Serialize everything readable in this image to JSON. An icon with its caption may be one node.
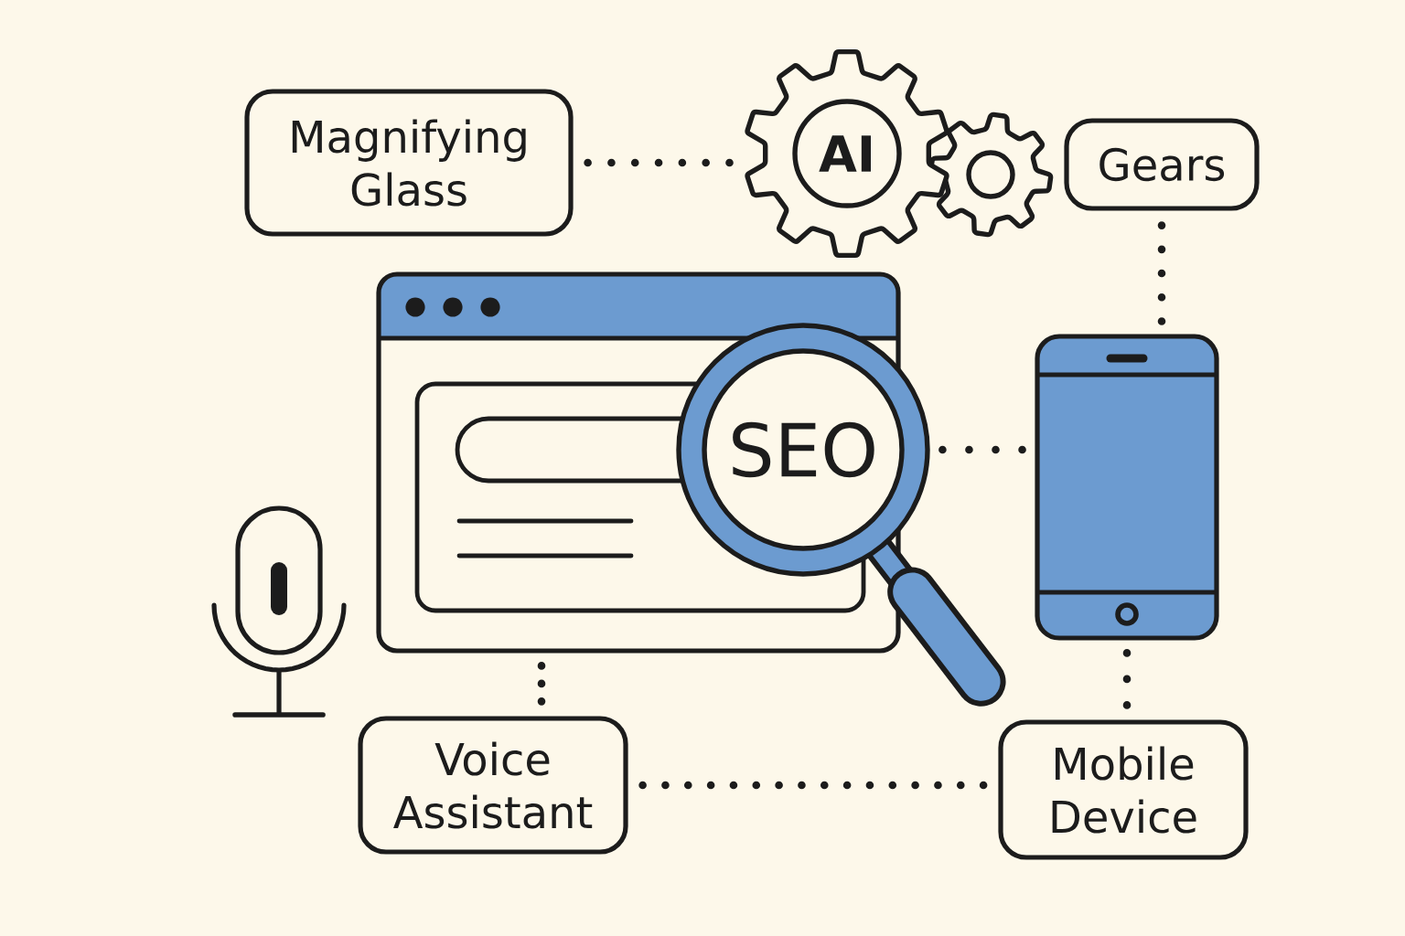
{
  "diagram": {
    "nodes": [
      {
        "text": [
          "Magnifying Glass"
        ]
      },
      {
        "text": [
          "AI"
        ]
      },
      {
        "text": [
          "Gears"
        ]
      },
      {
        "text": [],
        "shape": "picture"
      },
      {
        "text": [
          "SEO"
        ]
      },
      {
        "text": [],
        "shape": "picture"
      },
      {
        "text": [
          "Voice Assistant"
        ]
      },
      {
        "text": [
          "Mobile Device"
        ]
      }
    ],
    "edges": [
      {
        "from": 0,
        "to": 1,
        "arrow": "none",
        "style": "dashed"
      },
      {
        "from": 2,
        "to": 5,
        "arrow": "none",
        "style": "dashed"
      },
      {
        "from": 4,
        "to": 5,
        "arrow": "none",
        "style": "dashed"
      },
      {
        "from": 3,
        "to": 6,
        "arrow": "none",
        "style": "dashed"
      },
      {
        "from": 5,
        "to": 7,
        "arrow": "none",
        "style": "dashed"
      },
      {
        "from": 6,
        "to": 7,
        "arrow": "none",
        "style": "dashed"
      }
    ]
  }
}
